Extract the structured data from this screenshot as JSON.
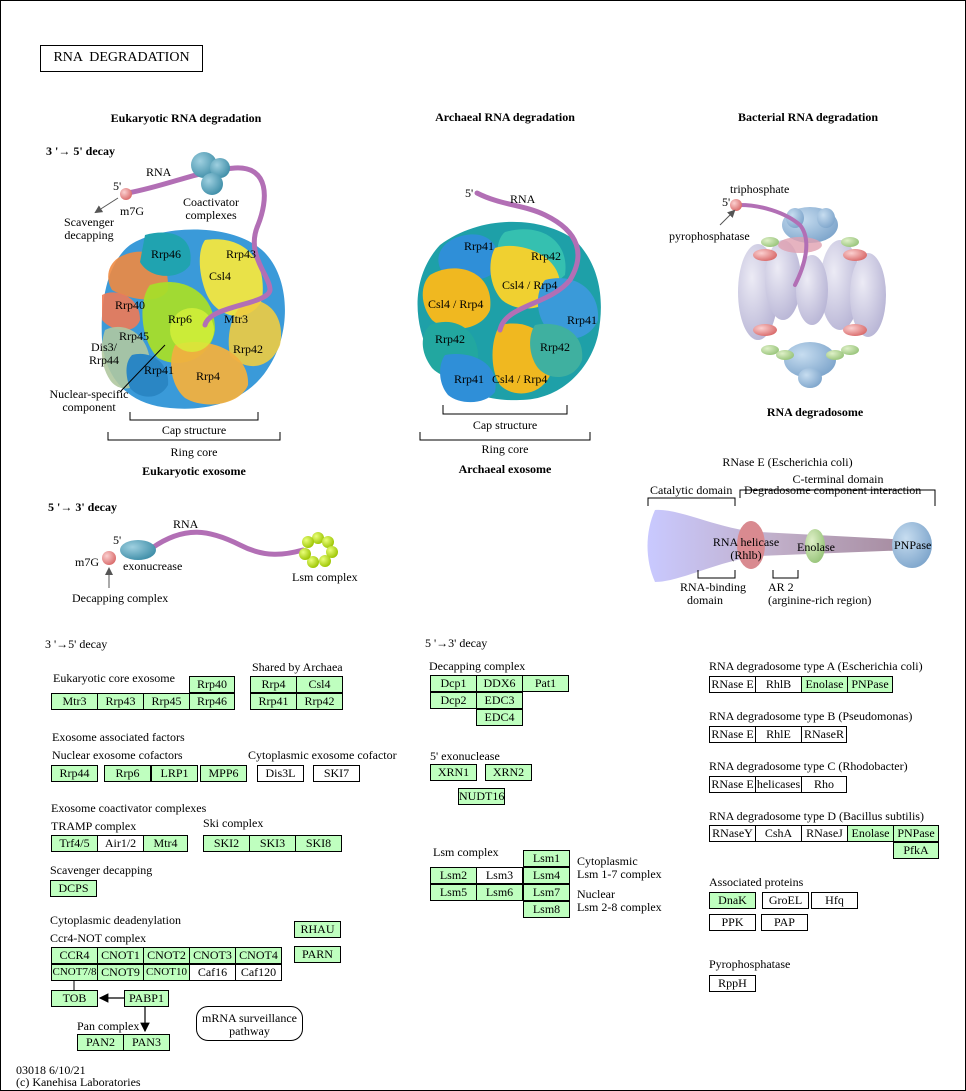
{
  "title": "RNA  DEGRADATION",
  "footer": {
    "code": "03018 6/10/21",
    "copyright": "(c) Kanehisa Laboratories"
  },
  "headings": {
    "eukaryotic": "Eukaryotic RNA degradation",
    "archaeal": "Archaeal RNA degradation",
    "bacterial": "Bacterial RNA degradation",
    "decay35": "3 '→ 5' decay",
    "decay53": "5 '→ 3' decay"
  },
  "euk": {
    "rna": "RNA",
    "five": "5'",
    "m7g": "m7G",
    "scavenger": "Scavenger\ndecapping",
    "coactivator": "Coactivator\ncomplexes",
    "rrp46": "Rrp46",
    "rrp43": "Rrp43",
    "csl4": "Csl4",
    "rrp40": "Rrp40",
    "rrp6": "Rrp6",
    "mtr3": "Mtr3",
    "rrp45": "Rrp45",
    "dis3": "Dis3/\nRrp44",
    "rrp42": "Rrp42",
    "rrp41": "Rrp41",
    "rrp4": "Rrp4",
    "nuclear": "Nuclear-specific\ncomponent",
    "cap": "Cap structure",
    "ring": "Ring core",
    "exosome": "Eukaryotic exosome"
  },
  "arch": {
    "five": "5'",
    "rna": "RNA",
    "rrp41a": "Rrp41",
    "rrp42a": "Rrp42",
    "csl4a": "Csl4 / Rrp4",
    "csl4b": "Csl4 / Rrp4",
    "rrp41b": "Rrp41",
    "rrp42b": "Rrp42",
    "rrp42c": "Rrp42",
    "rrp41c": "Rrp41",
    "csl4c": "Csl4 / Rrp4",
    "cap": "Cap structure",
    "ring": "Ring core",
    "exosome": "Archaeal exosome"
  },
  "bact": {
    "triphosphate": "triphosphate",
    "five": "5'",
    "pyrophosphatase": "pyrophosphatase",
    "degradosome": "RNA degradosome",
    "rnase_e": "RNase E (Escherichia coli)",
    "ctd": "C-terminal domain",
    "catalytic": "Catalytic domain",
    "degradosome_interaction": "Degradosome component interaction",
    "helicase": "RNA helicase\n(Rhlb)",
    "enolase": "Enolase",
    "pnpase": "PNPase",
    "rbd": "RNA-binding\ndomain",
    "ar2": "AR 2\n(arginine-rich region)"
  },
  "decay53_diagram": {
    "five": "5'",
    "rna": "RNA",
    "m7g": "m7G",
    "exonuclease": "exonucrease",
    "lsm": "Lsm complex",
    "decapping": "Decapping complex"
  },
  "labels": {
    "s35": "3 '→5' decay",
    "euk_core": "Eukaryotic core exosome",
    "shared": "Shared by Archaea",
    "assoc": "Exosome associated factors",
    "nuc_cof": "Nuclear exosome cofactors",
    "cyto_cof": "Cytoplasmic exosome cofactor",
    "coact": "Exosome coactivator complexes",
    "tramp": "TRAMP complex",
    "ski": "Ski complex",
    "scav": "Scavenger decapping",
    "cyto_dead": "Cytoplasmic deadenylation",
    "ccr4": "Ccr4-NOT complex",
    "pan": "Pan complex",
    "surveillance": "mRNA surveillance\npathway",
    "s53": "5 '→3' decay",
    "decap": "Decapping complex",
    "exo5": "5' exonuclease",
    "lsmc": "Lsm complex",
    "lsm17": "Cytoplasmic\nLsm 1-7 complex",
    "lsm28": "Nuclear\nLsm 2-8 complex",
    "typeA": "RNA degradosome type A (Escherichia coli)",
    "typeB": "RNA degradosome type B (Pseudomonas)",
    "typeC": "RNA degradosome type C (Rhodobacter)",
    "typeD": "RNA degradosome type D (Bacillus subtilis)",
    "assocprot": "Associated proteins",
    "pyro": "Pyrophosphatase"
  },
  "genes": {
    "rrp40": "Rrp40",
    "mtr3": "Mtr3",
    "rrp43": "Rrp43",
    "rrp45": "Rrp45",
    "rrp46": "Rrp46",
    "rrp4": "Rrp4",
    "csl4": "Csl4",
    "rrp41": "Rrp41",
    "rrp42": "Rrp42",
    "rrp44": "Rrp44",
    "rrp6": "Rrp6",
    "lrp1": "LRP1",
    "mpp6": "MPP6",
    "dis3l": "Dis3L",
    "ski7": "SKI7",
    "trf45": "Trf4/5",
    "air12": "Air1/2",
    "mtr4": "Mtr4",
    "ski2": "SKI2",
    "ski3": "SKI3",
    "ski8": "SKI8",
    "dcps": "DCPS",
    "rhau": "RHAU",
    "parn": "PARN",
    "ccr4": "CCR4",
    "cnot1": "CNOT1",
    "cnot2": "CNOT2",
    "cnot3": "CNOT3",
    "cnot4": "CNOT4",
    "cnot78": "CNOT7/8",
    "cnot9": "CNOT9",
    "cnot10": "CNOT10",
    "caf16": "Caf16",
    "caf120": "Caf120",
    "tob": "TOB",
    "pabp1": "PABP1",
    "pan2": "PAN2",
    "pan3": "PAN3",
    "dcp1": "Dcp1",
    "ddx6": "DDX6",
    "pat1": "Pat1",
    "dcp2": "Dcp2",
    "edc3": "EDC3",
    "edc4": "EDC4",
    "xrn1": "XRN1",
    "xrn2": "XRN2",
    "nudt16": "NUDT16",
    "lsm1": "Lsm1",
    "lsm2": "Lsm2",
    "lsm3": "Lsm3",
    "lsm4": "Lsm4",
    "lsm5": "Lsm5",
    "lsm6": "Lsm6",
    "lsm7": "Lsm7",
    "lsm8": "Lsm8",
    "a_rnasee": "RNase E",
    "a_rhlb": "RhlB",
    "a_enolase": "Enolase",
    "a_pnpase": "PNPase",
    "b_rnasee": "RNase E",
    "b_rhle": "RhlE",
    "b_rnaser": "RNaseR",
    "c_rnasee": "RNase E",
    "c_helicases": "helicases",
    "c_rho": "Rho",
    "d_rnasey": "RNaseY",
    "d_csha": "CshA",
    "d_rnasej": "RNaseJ",
    "d_enolase": "Enolase",
    "d_pnpase": "PNPase",
    "d_pfka": "PfkA",
    "dnak": "DnaK",
    "groel": "GroEL",
    "hfq": "Hfq",
    "ppk": "PPK",
    "pap": "PAP",
    "rpph": "RppH"
  },
  "colors": {
    "gene_green": "#bfffbf",
    "rna_purple": "#b26fb5",
    "border": "#000000"
  }
}
